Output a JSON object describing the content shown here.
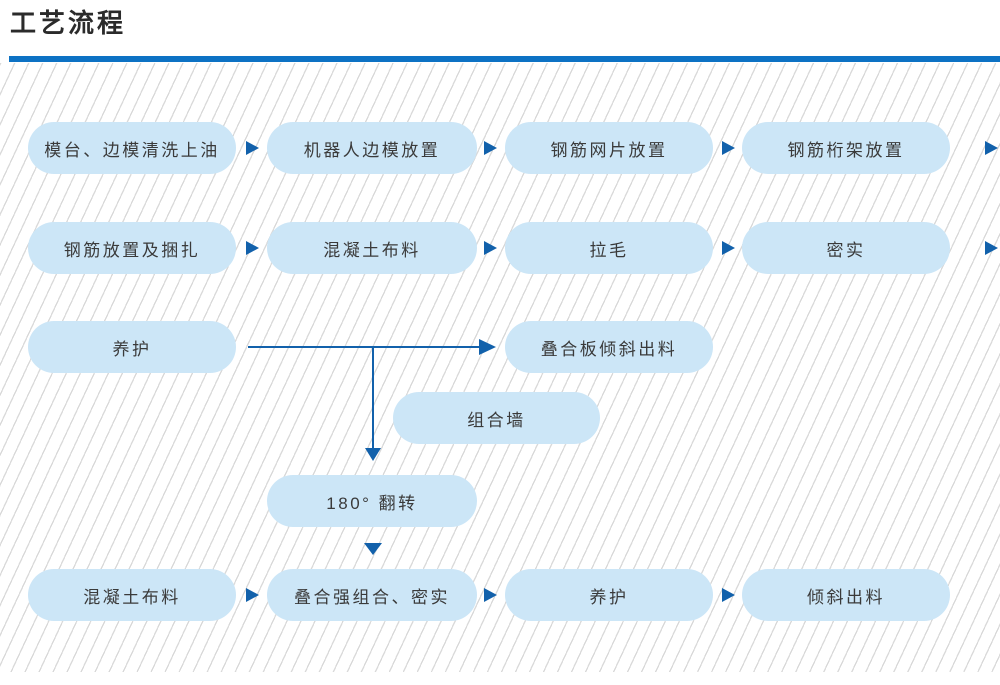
{
  "page": {
    "title": "工艺流程"
  },
  "colors": {
    "accent_bar": "#0d72c4",
    "arrow": "#1261ab",
    "node_fill": "#cce6f7",
    "node_text": "#3a3a3a",
    "title_text": "#2b2b2b",
    "stripe": "#d9d9d9"
  },
  "flow": {
    "row1": [
      "模台、边模清洗上油",
      "机器人边模放置",
      "钢筋网片放置",
      "钢筋桁架放置"
    ],
    "row2": [
      "钢筋放置及捆扎",
      "混凝土布料",
      "拉毛",
      "密实"
    ],
    "row3": [
      "养护",
      "叠合板倾斜出料"
    ],
    "branch": {
      "wall": "组合墙",
      "flip": "180° 翻转"
    },
    "row4": [
      "混凝土布料",
      "叠合强组合、密实",
      "养护",
      "倾斜出料"
    ]
  }
}
